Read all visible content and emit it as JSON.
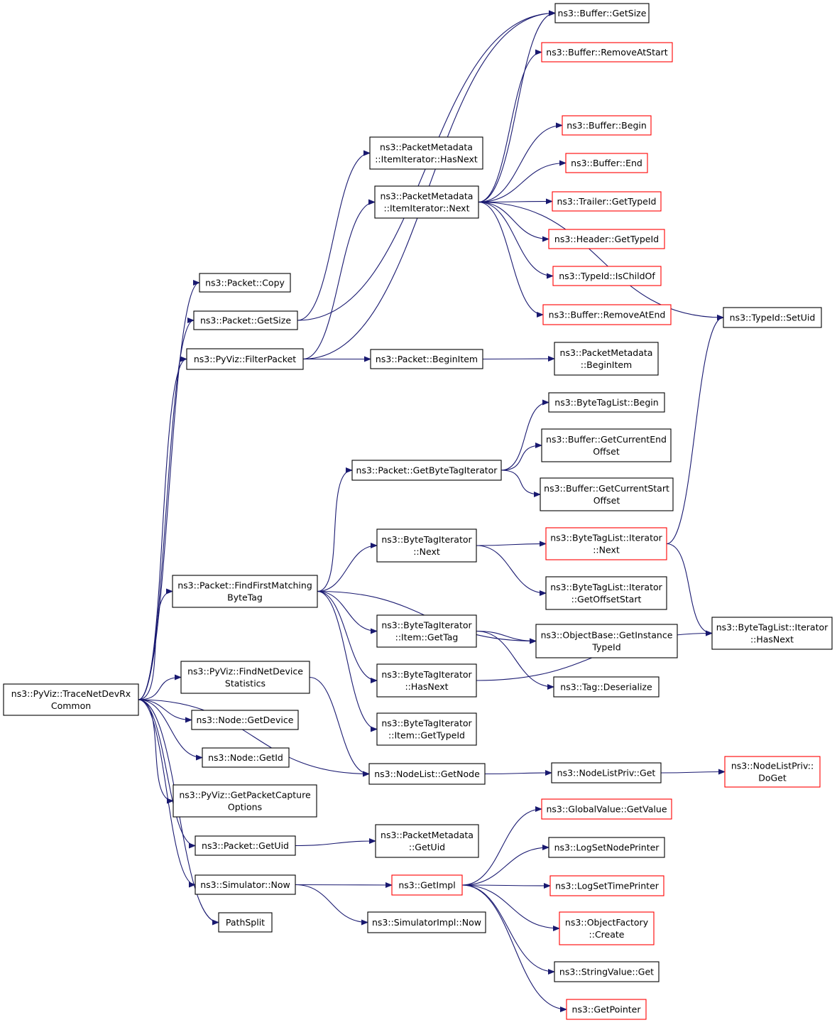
{
  "graph": {
    "colors": {
      "root_fill": "#bfbfbf",
      "normal_border": "#000000",
      "truncated_border": "#ff0000",
      "edge": "#191970"
    },
    "nodes": [
      {
        "id": "root",
        "lines": [
          "ns3::PyViz::TraceNetDevRx",
          "Common"
        ],
        "border": "normal",
        "root": true
      },
      {
        "id": "copy",
        "lines": [
          "ns3::Packet::Copy"
        ],
        "border": "normal"
      },
      {
        "id": "getsize",
        "lines": [
          "ns3::Packet::GetSize"
        ],
        "border": "normal"
      },
      {
        "id": "filter",
        "lines": [
          "ns3::PyViz::FilterPacket"
        ],
        "border": "normal"
      },
      {
        "id": "findfirst",
        "lines": [
          "ns3::Packet::FindFirstMatching",
          "ByteTag"
        ],
        "border": "normal"
      },
      {
        "id": "findnetdev",
        "lines": [
          "ns3::PyViz::FindNetDevice",
          "Statistics"
        ],
        "border": "normal"
      },
      {
        "id": "getdevice",
        "lines": [
          "ns3::Node::GetDevice"
        ],
        "border": "normal"
      },
      {
        "id": "nodegetid",
        "lines": [
          "ns3::Node::GetId"
        ],
        "border": "normal"
      },
      {
        "id": "capture",
        "lines": [
          "ns3::PyViz::GetPacketCapture",
          "Options"
        ],
        "border": "normal"
      },
      {
        "id": "getuid",
        "lines": [
          "ns3::Packet::GetUid"
        ],
        "border": "normal"
      },
      {
        "id": "simnow",
        "lines": [
          "ns3::Simulator::Now"
        ],
        "border": "normal"
      },
      {
        "id": "pathsplit",
        "lines": [
          "PathSplit"
        ],
        "border": "normal"
      },
      {
        "id": "pmhasnext",
        "lines": [
          "ns3::PacketMetadata",
          "::ItemIterator::HasNext"
        ],
        "border": "normal"
      },
      {
        "id": "pmnext",
        "lines": [
          "ns3::PacketMetadata",
          "::ItemIterator::Next"
        ],
        "border": "normal"
      },
      {
        "id": "beginitem",
        "lines": [
          "ns3::Packet::BeginItem"
        ],
        "border": "normal"
      },
      {
        "id": "getbtiter",
        "lines": [
          "ns3::Packet::GetByteTagIterator"
        ],
        "border": "normal"
      },
      {
        "id": "btinext",
        "lines": [
          "ns3::ByteTagIterator",
          "::Next"
        ],
        "border": "normal"
      },
      {
        "id": "btigettag",
        "lines": [
          "ns3::ByteTagIterator",
          "::Item::GetTag"
        ],
        "border": "normal"
      },
      {
        "id": "btihasnext",
        "lines": [
          "ns3::ByteTagIterator",
          "::HasNext"
        ],
        "border": "normal"
      },
      {
        "id": "btigettypeid",
        "lines": [
          "ns3::ByteTagIterator",
          "::Item::GetTypeId"
        ],
        "border": "normal"
      },
      {
        "id": "nlgetnode",
        "lines": [
          "ns3::NodeList::GetNode"
        ],
        "border": "normal"
      },
      {
        "id": "pmgetuid",
        "lines": [
          "ns3::PacketMetadata",
          "::GetUid"
        ],
        "border": "normal"
      },
      {
        "id": "getimpl",
        "lines": [
          "ns3::GetImpl"
        ],
        "border": "truncated"
      },
      {
        "id": "simimplnow",
        "lines": [
          "ns3::SimulatorImpl::Now"
        ],
        "border": "normal"
      },
      {
        "id": "bufgetsize",
        "lines": [
          "ns3::Buffer::GetSize"
        ],
        "border": "normal"
      },
      {
        "id": "bufremstart",
        "lines": [
          "ns3::Buffer::RemoveAtStart"
        ],
        "border": "truncated"
      },
      {
        "id": "bufbegin",
        "lines": [
          "ns3::Buffer::Begin"
        ],
        "border": "truncated"
      },
      {
        "id": "bufend",
        "lines": [
          "ns3::Buffer::End"
        ],
        "border": "truncated"
      },
      {
        "id": "trailer",
        "lines": [
          "ns3::Trailer::GetTypeId"
        ],
        "border": "truncated"
      },
      {
        "id": "header",
        "lines": [
          "ns3::Header::GetTypeId"
        ],
        "border": "truncated"
      },
      {
        "id": "ischild",
        "lines": [
          "ns3::TypeId::IsChildOf"
        ],
        "border": "truncated"
      },
      {
        "id": "bufremend",
        "lines": [
          "ns3::Buffer::RemoveAtEnd"
        ],
        "border": "truncated"
      },
      {
        "id": "pmbeginitem",
        "lines": [
          "ns3::PacketMetadata",
          "::BeginItem"
        ],
        "border": "normal"
      },
      {
        "id": "btlbegin",
        "lines": [
          "ns3::ByteTagList::Begin"
        ],
        "border": "normal"
      },
      {
        "id": "curend",
        "lines": [
          "ns3::Buffer::GetCurrentEnd",
          "Offset"
        ],
        "border": "normal"
      },
      {
        "id": "curstart",
        "lines": [
          "ns3::Buffer::GetCurrentStart",
          "Offset"
        ],
        "border": "normal"
      },
      {
        "id": "btlinext",
        "lines": [
          "ns3::ByteTagList::Iterator",
          "::Next"
        ],
        "border": "truncated"
      },
      {
        "id": "btlioffset",
        "lines": [
          "ns3::ByteTagList::Iterator",
          "::GetOffsetStart"
        ],
        "border": "normal"
      },
      {
        "id": "objbase",
        "lines": [
          "ns3::ObjectBase::GetInstance",
          "TypeId"
        ],
        "border": "normal"
      },
      {
        "id": "tagdeser",
        "lines": [
          "ns3::Tag::Deserialize"
        ],
        "border": "normal"
      },
      {
        "id": "nlprivget",
        "lines": [
          "ns3::NodeListPriv::Get"
        ],
        "border": "normal"
      },
      {
        "id": "globalval",
        "lines": [
          "ns3::GlobalValue::GetValue"
        ],
        "border": "truncated"
      },
      {
        "id": "lognode",
        "lines": [
          "ns3::LogSetNodePrinter"
        ],
        "border": "normal"
      },
      {
        "id": "logtime",
        "lines": [
          "ns3::LogSetTimePrinter"
        ],
        "border": "truncated"
      },
      {
        "id": "objfactory",
        "lines": [
          "ns3::ObjectFactory",
          "::Create"
        ],
        "border": "truncated"
      },
      {
        "id": "stringval",
        "lines": [
          "ns3::StringValue::Get"
        ],
        "border": "normal"
      },
      {
        "id": "getpointer",
        "lines": [
          "ns3::GetPointer"
        ],
        "border": "truncated"
      },
      {
        "id": "setuid",
        "lines": [
          "ns3::TypeId::SetUid"
        ],
        "border": "normal"
      },
      {
        "id": "btlihasnext",
        "lines": [
          "ns3::ByteTagList::Iterator",
          "::HasNext"
        ],
        "border": "normal"
      },
      {
        "id": "nlprivdoget",
        "lines": [
          "ns3::NodeListPriv::",
          "DoGet"
        ],
        "border": "truncated"
      }
    ],
    "edges": [
      [
        "root",
        "copy"
      ],
      [
        "root",
        "getsize"
      ],
      [
        "root",
        "filter"
      ],
      [
        "root",
        "findfirst"
      ],
      [
        "root",
        "findnetdev"
      ],
      [
        "root",
        "getdevice"
      ],
      [
        "root",
        "nodegetid"
      ],
      [
        "root",
        "capture"
      ],
      [
        "root",
        "getuid"
      ],
      [
        "root",
        "simnow"
      ],
      [
        "root",
        "pathsplit"
      ],
      [
        "root",
        "nlgetnode"
      ],
      [
        "getsize",
        "pmhasnext"
      ],
      [
        "getsize",
        "bufgetsize"
      ],
      [
        "filter",
        "pmnext"
      ],
      [
        "filter",
        "beginitem"
      ],
      [
        "filter",
        "bufgetsize"
      ],
      [
        "pmnext",
        "bufgetsize"
      ],
      [
        "pmnext",
        "bufremstart"
      ],
      [
        "pmnext",
        "setuid"
      ],
      [
        "pmnext",
        "bufbegin"
      ],
      [
        "pmnext",
        "bufend"
      ],
      [
        "pmnext",
        "trailer"
      ],
      [
        "pmnext",
        "header"
      ],
      [
        "pmnext",
        "ischild"
      ],
      [
        "pmnext",
        "bufremend"
      ],
      [
        "beginitem",
        "pmbeginitem"
      ],
      [
        "findfirst",
        "getbtiter"
      ],
      [
        "findfirst",
        "btinext"
      ],
      [
        "findfirst",
        "btigettag"
      ],
      [
        "findfirst",
        "btihasnext"
      ],
      [
        "findfirst",
        "btigettypeid"
      ],
      [
        "findfirst",
        "objbase"
      ],
      [
        "getbtiter",
        "btlbegin"
      ],
      [
        "getbtiter",
        "curend"
      ],
      [
        "getbtiter",
        "curstart"
      ],
      [
        "btinext",
        "btlinext"
      ],
      [
        "btinext",
        "btlioffset"
      ],
      [
        "btlinext",
        "setuid"
      ],
      [
        "btlinext",
        "btlihasnext"
      ],
      [
        "btigettag",
        "objbase"
      ],
      [
        "btigettag",
        "tagdeser"
      ],
      [
        "btihasnext",
        "btlihasnext"
      ],
      [
        "findnetdev",
        "nlgetnode"
      ],
      [
        "nlgetnode",
        "nlprivget"
      ],
      [
        "nlprivget",
        "nlprivdoget"
      ],
      [
        "getuid",
        "pmgetuid"
      ],
      [
        "simnow",
        "getimpl"
      ],
      [
        "simnow",
        "simimplnow"
      ],
      [
        "getimpl",
        "globalval"
      ],
      [
        "getimpl",
        "lognode"
      ],
      [
        "getimpl",
        "logtime"
      ],
      [
        "getimpl",
        "objfactory"
      ],
      [
        "getimpl",
        "stringval"
      ],
      [
        "getimpl",
        "getpointer"
      ]
    ]
  }
}
